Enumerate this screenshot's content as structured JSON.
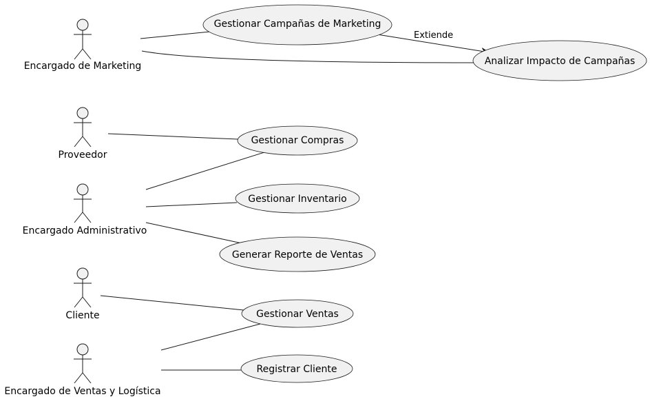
{
  "actors": {
    "marketing": "Encargado de Marketing",
    "proveedor": "Proveedor",
    "administrativo": "Encargado Administrativo",
    "cliente": "Cliente",
    "ventas_logistica": "Encargado de Ventas y Logística"
  },
  "use_cases": {
    "campanas": "Gestionar Campañas de Marketing",
    "impacto": "Analizar Impacto de Campañas",
    "compras": "Gestionar Compras",
    "inventario": "Gestionar Inventario",
    "reporte": "Generar Reporte de Ventas",
    "ventas": "Gestionar Ventas",
    "registrar": "Registrar Cliente"
  },
  "relations": {
    "extiende": "Extiende"
  }
}
